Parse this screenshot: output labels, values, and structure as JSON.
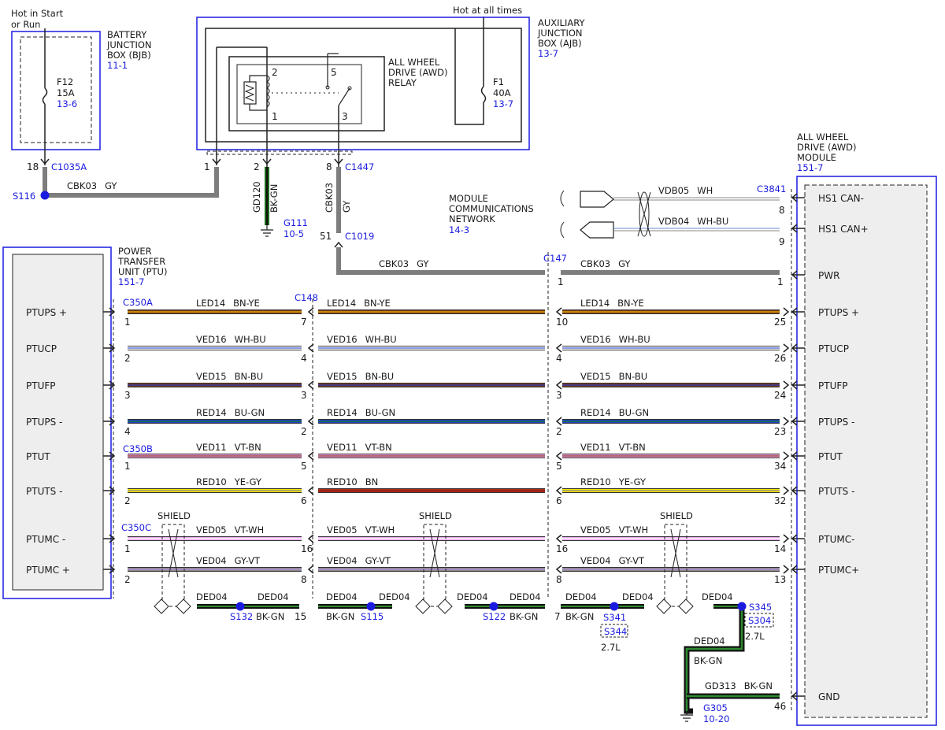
{
  "notes": {
    "hot_start_run": [
      "Hot in Start",
      "or Run"
    ],
    "hot_all_times": "Hot at all times"
  },
  "bjb": {
    "title": [
      "BATTERY",
      "JUNCTION",
      "BOX (BJB)"
    ],
    "ref": "11-1",
    "fuse": "F12",
    "rating": "15A",
    "fuse_ref": "13-6"
  },
  "ajb": {
    "title": [
      "AUXILIARY",
      "JUNCTION",
      "BOX (AJB)"
    ],
    "ref": "13-7",
    "fuse": "F1",
    "rating": "40A",
    "fuse_ref": "13-7"
  },
  "relay": {
    "title": [
      "ALL WHEEL",
      "DRIVE (AWD)",
      "RELAY"
    ],
    "pins": [
      "2",
      "5",
      "1",
      "3"
    ]
  },
  "awd": {
    "title": [
      "ALL WHEEL",
      "DRIVE (AWD)",
      "MODULE"
    ],
    "ref": "151-7",
    "pins": [
      "HS1 CAN-",
      "HS1 CAN+",
      "PWR",
      "PTUPS +",
      "PTUCP",
      "PTUFP",
      "PTUPS -",
      "PTUT",
      "PTUTS -",
      "PTUMC-",
      "PTUMC+",
      "GND"
    ]
  },
  "ptu": {
    "title": [
      "POWER",
      "TRANSFER",
      "UNIT (PTU)"
    ],
    "ref": "151-7",
    "pins": [
      "PTUPS +",
      "PTUCP",
      "PTUFP",
      "PTUPS -",
      "PTUT",
      "PTUTS -",
      "PTUMC -",
      "PTUMC +"
    ]
  },
  "mcn": {
    "title": [
      "MODULE",
      "COMMUNICATIONS",
      "NETWORK"
    ],
    "ref": "14-3"
  },
  "connectors": {
    "c1035a": "C1035A",
    "c1447": "C1447",
    "c1019": "C1019",
    "c147": "C147",
    "c148": "C148",
    "c3841": "C3841",
    "c350a": "C350A",
    "c350b": "C350B",
    "c350c": "C350C"
  },
  "splices": {
    "s116": "S116",
    "s132": "S132",
    "s115": "S115",
    "s122": "S122",
    "s341": "S341",
    "s344": "S344",
    "s345": "S345",
    "s304": "S304",
    "len1": "2.7L",
    "len2": "2.7L"
  },
  "grounds": {
    "g111": "G111",
    "g111_ref": "10-5",
    "g305": "G305",
    "g305_ref": "10-20"
  },
  "shield": "SHIELD",
  "pin_numbers": {
    "bjb": "18",
    "ajb1": "1",
    "ajb2": "2",
    "ajb8": "8",
    "c1019": "51",
    "c147": "1",
    "awd_pwr": "1",
    "can1": "8",
    "can2": "9",
    "gnd": "46"
  },
  "wires": {
    "cbk03_a": {
      "circuit": "CBK03",
      "color": "GY"
    },
    "gd120": {
      "circuit": "GD120",
      "color": "BK-GN"
    },
    "cbk03_v": {
      "circuit": "CBK03",
      "color": "GY"
    },
    "cbk03_b": {
      "circuit": "CBK03",
      "color": "GY"
    },
    "cbk03_c": {
      "circuit": "CBK03",
      "color": "GY"
    },
    "vdb05": {
      "circuit": "VDB05",
      "color": "WH"
    },
    "vdb04": {
      "circuit": "VDB04",
      "color": "WH-BU"
    },
    "gd313": {
      "circuit": "GD313",
      "color": "BK-GN"
    },
    "ded04_v": {
      "circuit": "DED04",
      "color": "BK-GN"
    }
  },
  "harness_rows": [
    {
      "s1": {
        "circuit": "LED14",
        "color": "BN-YE"
      },
      "s2": {
        "circuit": "LED14",
        "color": "BN-YE"
      },
      "s3": {
        "circuit": "LED14",
        "color": "BN-YE"
      },
      "p": [
        "1",
        "7",
        "10",
        "25"
      ]
    },
    {
      "s1": {
        "circuit": "VED16",
        "color": "WH-BU"
      },
      "s2": {
        "circuit": "VED16",
        "color": "WH-BU"
      },
      "s3": {
        "circuit": "VED16",
        "color": "WH-BU"
      },
      "p": [
        "2",
        "4",
        "4",
        "26"
      ]
    },
    {
      "s1": {
        "circuit": "VED15",
        "color": "BN-BU"
      },
      "s2": {
        "circuit": "VED15",
        "color": "BN-BU"
      },
      "s3": {
        "circuit": "VED15",
        "color": "BN-BU"
      },
      "p": [
        "3",
        "3",
        "3",
        "24"
      ]
    },
    {
      "s1": {
        "circuit": "RED14",
        "color": "BU-GN"
      },
      "s2": {
        "circuit": "RED14",
        "color": "BU-GN"
      },
      "s3": {
        "circuit": "RED14",
        "color": "BU-GN"
      },
      "p": [
        "4",
        "2",
        "2",
        "23"
      ]
    },
    {
      "s1": {
        "circuit": "VED11",
        "color": "VT-BN"
      },
      "s2": {
        "circuit": "VED11",
        "color": "VT-BN"
      },
      "s3": {
        "circuit": "VED11",
        "color": "VT-BN"
      },
      "p": [
        "1",
        "5",
        "5",
        "34"
      ]
    },
    {
      "s1": {
        "circuit": "RED10",
        "color": "YE-GY"
      },
      "s2": {
        "circuit": "RED10",
        "color": "BN"
      },
      "s3": {
        "circuit": "RED10",
        "color": "YE-GY"
      },
      "p": [
        "2",
        "6",
        "6",
        "32"
      ]
    },
    {
      "s1": {
        "circuit": "VED05",
        "color": "VT-WH"
      },
      "s2": {
        "circuit": "VED05",
        "color": "VT-WH"
      },
      "s3": {
        "circuit": "VED05",
        "color": "VT-WH"
      },
      "p": [
        "1",
        "16",
        "16",
        "14"
      ]
    },
    {
      "s1": {
        "circuit": "VED04",
        "color": "GY-VT"
      },
      "s2": {
        "circuit": "VED04",
        "color": "GY-VT"
      },
      "s3": {
        "circuit": "VED04",
        "color": "GY-VT"
      },
      "p": [
        "2",
        "8",
        "8",
        "13"
      ]
    }
  ],
  "drain": [
    {
      "circuit": "DED04",
      "color": "BK-GN"
    },
    {
      "circuit": "DED04",
      "color": "BK-GN"
    },
    {
      "circuit": "DED04",
      "color": "BK-GN"
    },
    {
      "circuit": "DED04",
      "color": "BK-GN"
    },
    {
      "circuit": "DED04",
      "color": "BK-GN"
    },
    {
      "circuit": "DED04",
      "color": "BK-GN"
    }
  ],
  "drain_pins": {
    "c148": "15",
    "c147": "7"
  },
  "colors": {
    "blue": "#1b1be0",
    "gy": "#7d7d7d",
    "bkgn": "#1e6b1e"
  }
}
